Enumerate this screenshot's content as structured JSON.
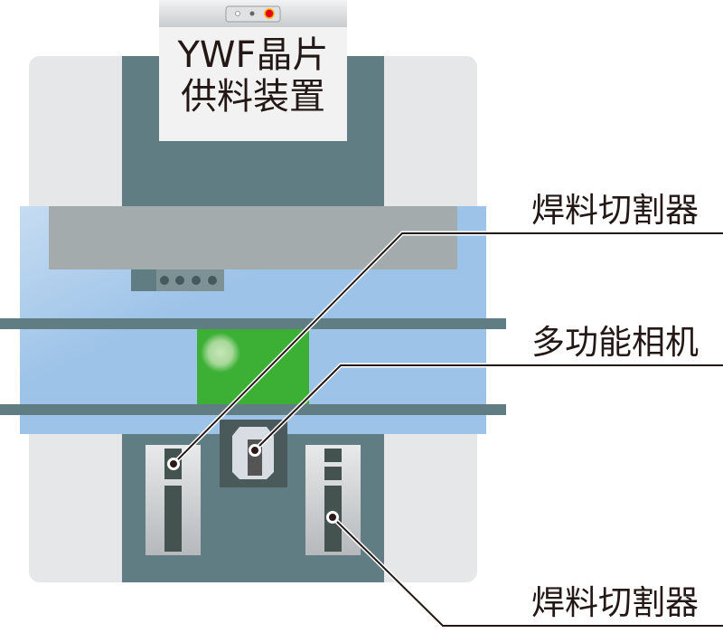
{
  "device": {
    "title_line1": "YWF晶片",
    "title_line2": "供料装置"
  },
  "callouts": [
    {
      "label": "焊料切割器"
    },
    {
      "label": "多功能相机"
    },
    {
      "label": "焊料切割器"
    }
  ],
  "colors": {
    "body": "#607d84",
    "panel": "#9dc3e8",
    "pcb": "#3bb035",
    "casing": "#e6e7e8",
    "indicator_red": "#e60012"
  }
}
